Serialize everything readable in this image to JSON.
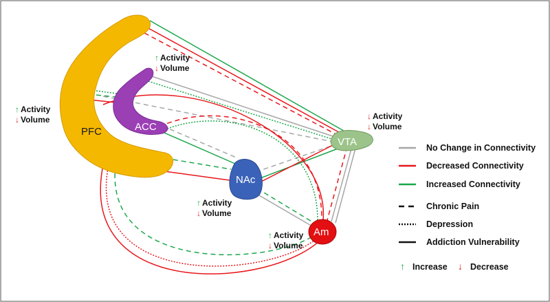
{
  "regions": {
    "pfc": "PFC",
    "acc": "ACC",
    "nac": "NAc",
    "vta": "VTA",
    "am": "Am"
  },
  "annotations": {
    "activity": "Activity",
    "volume": "Volume",
    "up_arrow": "↑",
    "down_arrow": "↓"
  },
  "legend": {
    "no_change": "No Change in Connectivity",
    "decreased": "Decreased Connectivity",
    "increased": "Increased Connectivity",
    "chronic_pain": "Chronic Pain",
    "depression": "Depression",
    "addiction": "Addiction Vulnerability",
    "increase": "Increase",
    "decrease": "Decrease"
  },
  "colors": {
    "no_change": "#a6a6a6",
    "decreased": "#e8161b",
    "increased": "#1aa64a",
    "pfc": "#f5b800",
    "acc": "#9b3fb5",
    "nac": "#3a62b8",
    "vta": "#9cc48a",
    "am": "#e30f12"
  }
}
